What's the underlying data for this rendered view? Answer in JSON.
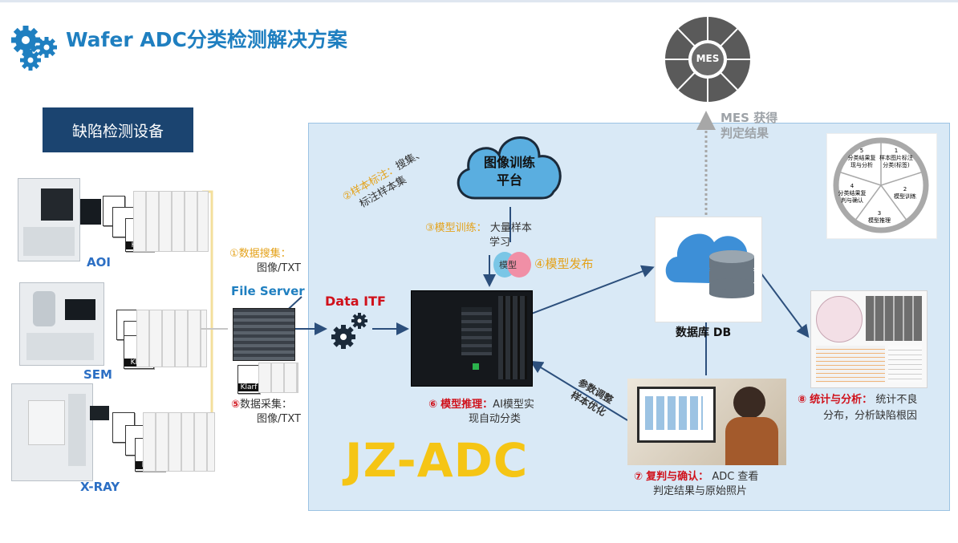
{
  "title": "Wafer ADC分类检测解决方案",
  "equipment_header": "缺陷检测设备",
  "equipment": [
    {
      "name": "AOI"
    },
    {
      "name": "SEM"
    },
    {
      "name": "X-RAY"
    }
  ],
  "file_tag": "Klarf",
  "file_server": "File Server",
  "data_itf": "Data  ITF",
  "cloud": {
    "line1": "图像训练",
    "line2": "平台"
  },
  "steps": {
    "s1": {
      "num": "①",
      "title": "数据搜集：",
      "body": "图像/TXT"
    },
    "s2": {
      "num": "②",
      "title": "样本标注：",
      "body": "搜集、",
      "body2": "标注样本集"
    },
    "s3": {
      "num": "③",
      "title": "模型训练：",
      "body": "大量样本",
      "body2": "学习"
    },
    "s4": {
      "num": "④",
      "title": "模型发布"
    },
    "s5": {
      "num": "⑤",
      "title": "数据采集：",
      "body": "图像/TXT"
    },
    "s6": {
      "num": "⑥",
      "title": "模型推理：",
      "body": "AI模型实",
      "body2": "现自动分类"
    },
    "s7": {
      "num": "⑦",
      "title": "复判与确认：",
      "body": "ADC 查看",
      "body2": "判定结果与原始照片"
    },
    "s8": {
      "num": "⑧",
      "title": "统计与分析：",
      "body": "统计不良",
      "body2": "分布，分析缺陷根因"
    }
  },
  "model_label": "模型",
  "feedback": {
    "line1": "参数调整",
    "line2": "样本优化"
  },
  "database": "数据库 DB",
  "mes": {
    "center": "MES",
    "result_line1": "MES 获得",
    "result_line2": "判定结果"
  },
  "brand": "JZ-ADC",
  "cycle": {
    "items": [
      {
        "num": "1",
        "text": "样本图片标注",
        "text2": "分类(标签)"
      },
      {
        "num": "2",
        "text": "模型训练"
      },
      {
        "num": "3",
        "text": "模型推理"
      },
      {
        "num": "4",
        "text": "分类结果复",
        "text2": "判与确认"
      },
      {
        "num": "5",
        "text": "分类结果复",
        "text2": "现与分析"
      }
    ]
  },
  "colors": {
    "title_blue": "#1f7fc0",
    "navy": "#1b4470",
    "gold": "#e4a21a",
    "red": "#d0111b",
    "brand_yellow": "#f5c515",
    "panel": "#d9e9f6"
  },
  "icons": [
    "gears-icon",
    "gear-cluster-icon",
    "cloud-icon",
    "database-icon",
    "arrow-icon"
  ]
}
